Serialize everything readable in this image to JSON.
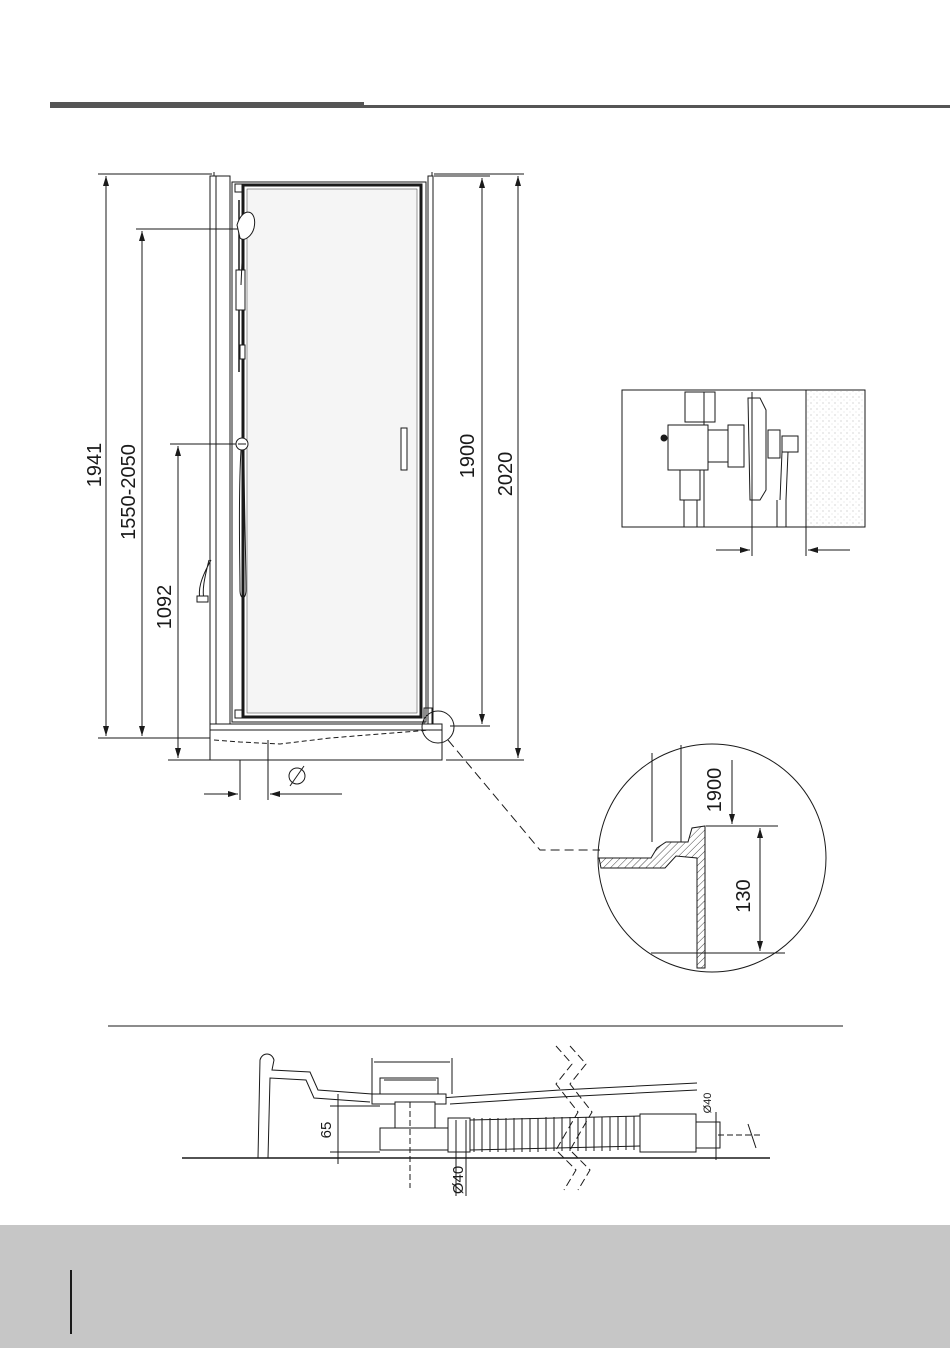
{
  "main_drawing": {
    "dim_total_height": "1941",
    "dim_shower_rail": "1550-2050",
    "dim_mixer_height": "1092",
    "dim_door_height": "1900",
    "dim_overall_height": "2020",
    "dim_drain_diameter": "∅"
  },
  "detail_zoom": {
    "dim_top": "1900",
    "dim_tray_height": "130"
  },
  "drain_drawing": {
    "dim_height": "65",
    "dim_outlet": "Ø40",
    "dim_pipe": "Ø40"
  },
  "colors": {
    "line": "#1a1a1a",
    "door_fill": "#7e7e7e",
    "footer_band": "#c6c6c6",
    "header_rule": "#555555"
  }
}
